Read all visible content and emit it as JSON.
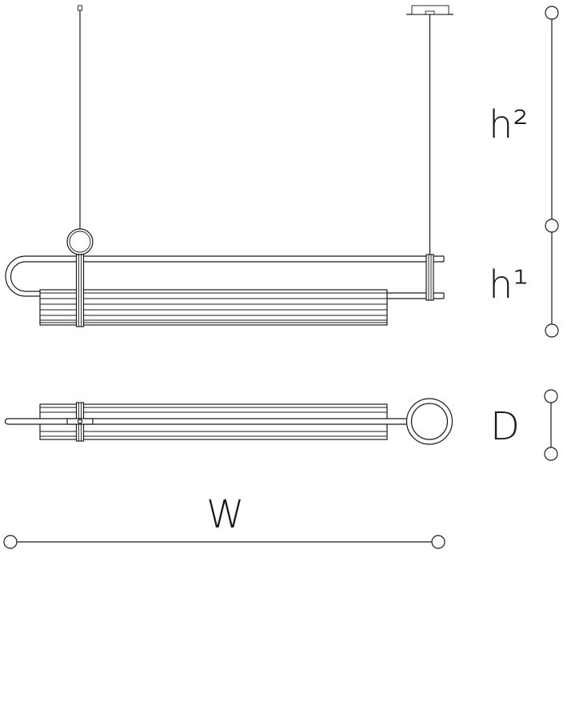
{
  "labels": {
    "h2": "h²",
    "h1": "h¹",
    "depth": "D",
    "width": "W"
  },
  "colors": {
    "line": "#1a1a1a",
    "background": "#ffffff"
  }
}
